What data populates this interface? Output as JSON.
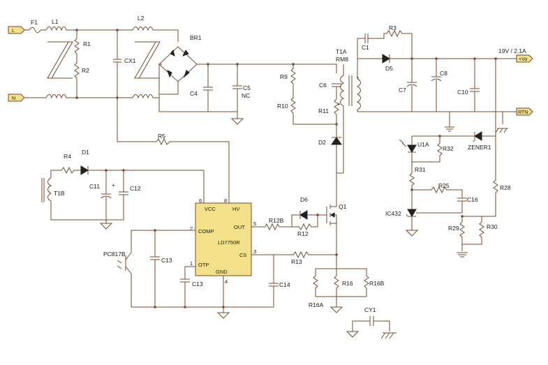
{
  "ports": {
    "line": "L",
    "neutral": "N",
    "vout": "+Vo",
    "rtn": "RTN"
  },
  "output_spec": "19V / 2.1A",
  "components": {
    "F1": "F1",
    "L1": "L1",
    "L2": "L2",
    "R1": "R1",
    "R2": "R2",
    "CX1": "CX1",
    "BR1": "BR1",
    "C4": "C4",
    "C5": "C5",
    "C5_note": "NC",
    "R9": "R9",
    "R10": "R10",
    "C6": "C6",
    "R11": "R11",
    "D2": "D2",
    "T1A": "T1A",
    "RM8": "RM8",
    "C1": "C1",
    "R3": "R3",
    "D5": "D5",
    "C7": "C7",
    "C8": "C8",
    "C10": "C10",
    "R5": "R5",
    "R4": "R4",
    "D1": "D1",
    "T1B": "T1B",
    "C11": "C11",
    "C12": "C12",
    "U1A": "U1A",
    "R32": "R32",
    "ZENER1": "ZENER1",
    "R31": "R31",
    "R25": "R25",
    "C16": "C16",
    "R28": "R28",
    "IC432": "IC432",
    "R29": "R29",
    "R30": "R30",
    "D6": "D6",
    "Q1": "Q1",
    "R12B": "R12B",
    "R12": "R12",
    "R13": "R13",
    "PC817B": "PC817B",
    "C13a": "C13",
    "C13b": "C13",
    "C14": "C14",
    "R16": "R16",
    "R16B": "R16B",
    "R16A": "R16A",
    "CY1": "CY1"
  },
  "ic": {
    "part": "LD7750R",
    "pins": {
      "vcc": "VCC",
      "hv": "HV",
      "comp": "COMP",
      "out": "OUT",
      "cs": "CS",
      "otp": "OTP",
      "gnd": "GND",
      "n6": "6",
      "n8": "8",
      "n2": "2",
      "n5": "5",
      "n3": "3",
      "n1": "1",
      "n4": "4"
    }
  },
  "symbols": {
    "plus": "+",
    "dot": "•"
  }
}
